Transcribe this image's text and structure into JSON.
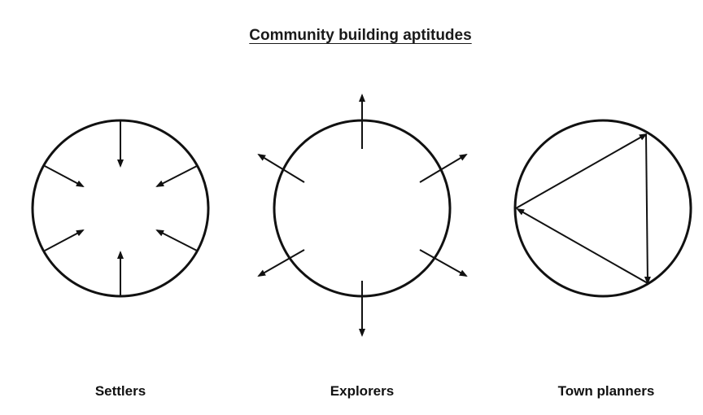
{
  "title": "Community building aptitudes",
  "groups": [
    {
      "label": "Settlers",
      "arrow_direction": "inward"
    },
    {
      "label": "Explorers",
      "arrow_direction": "outward"
    },
    {
      "label": "Town planners",
      "arrow_direction": "cyclic"
    }
  ],
  "colors": {
    "stroke": "#111111",
    "background": "#ffffff"
  }
}
